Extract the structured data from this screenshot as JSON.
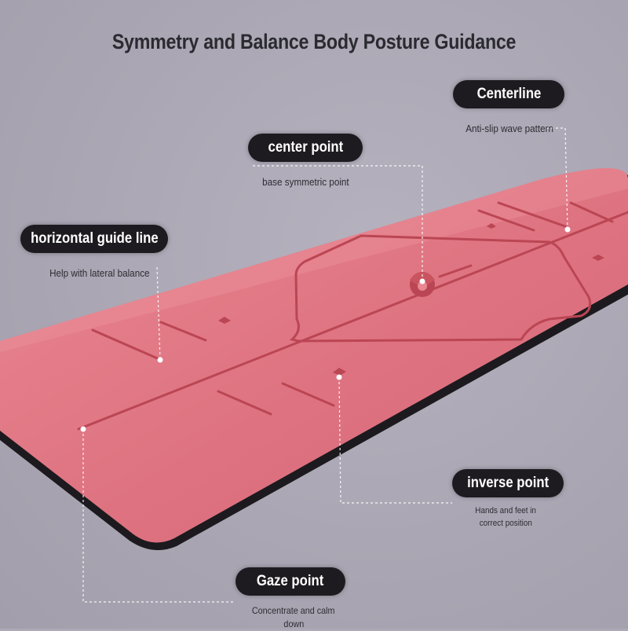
{
  "title": "Symmetry and Balance Body Posture Guidance",
  "callouts": {
    "centerline": {
      "label": "Centerline",
      "note": "Anti-slip wave pattern"
    },
    "center_point": {
      "label": "center point",
      "note": "base symmetric point"
    },
    "horizontal_guide": {
      "label": "horizontal guide line",
      "note": "Help with lateral balance"
    },
    "inverse_point": {
      "label": "inverse point",
      "note_line1": "Hands and feet in",
      "note_line2": "correct position"
    },
    "gaze_point": {
      "label": "Gaze point",
      "note_line1": "Concentrate and calm",
      "note_line2": "down"
    }
  },
  "colors": {
    "mat": "#e07682",
    "mat_edge": "#1c1a1e",
    "guide_lines": "#b94452",
    "pill_bg": "#1d1b20",
    "background": "#ada9b6"
  }
}
